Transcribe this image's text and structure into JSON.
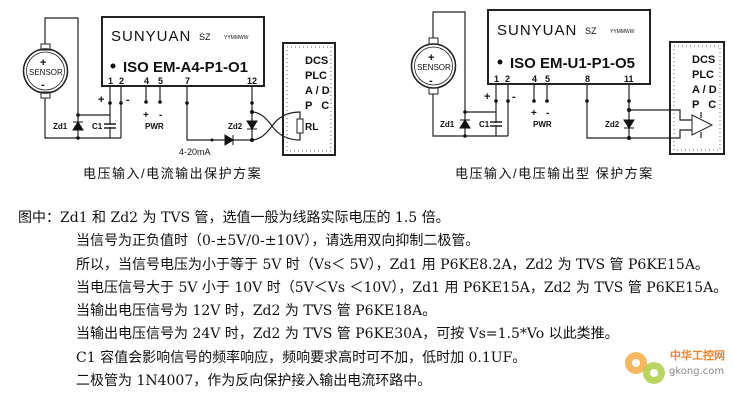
{
  "left_diagram": {
    "brand": "SUNYUAN",
    "brand_suffix": "SZ",
    "date_code": "YYMMWW",
    "model": "ISO EM-A4-P1-O1",
    "pins": [
      "1",
      "2",
      "4",
      "5",
      "7",
      "12"
    ],
    "sensor": "SENSOR",
    "plus": "+",
    "minus": "-",
    "zd1": "Zd1",
    "c1": "C1",
    "pwr": "PWR",
    "zd2": "Zd2",
    "current": "4-20mA",
    "load": "RL",
    "system": [
      "DCS",
      "PLC",
      "A / D",
      "P   C"
    ],
    "caption": "电压输入/电流输出保护方案"
  },
  "right_diagram": {
    "brand": "SUNYUAN",
    "brand_suffix": "SZ",
    "date_code": "YYMMWW",
    "model": "ISO EM-U1-P1-O5",
    "pins": [
      "1",
      "2",
      "4",
      "5",
      "8",
      "11"
    ],
    "sensor": "SENSOR",
    "plus": "+",
    "minus": "-",
    "zd1": "Zd1",
    "c1": "C1",
    "pwr": "PWR",
    "zd2": "Zd2",
    "system": [
      "DCS",
      "PLC",
      "A / D",
      "P   C"
    ],
    "caption": "电压输入/电压输出型 保护方案"
  },
  "notes": [
    "图中：Zd1 和  Zd2 为 TVS 管，选值一般为线路实际电压的 1.5 倍。",
    "当信号为正负值时（0-±5V/0-±10V），请选用双向抑制二极管。",
    "所以，当信号电压为小于等于 5V 时（Vs＜ 5V），Zd1 用 P6KE8.2A，Zd2 为 TVS 管 P6KE15A。",
    "当电压信号大于 5V 小于 10V 时（5V＜Vs ＜10V），Zd1 用 P6KE15A，Zd2 为 TVS 管 P6KE15A。",
    "当输出电压信号为 12V 时，Zd2 为 TVS 管 P6KE18A。",
    "当输出电压信号为 24V 时，Zd2 为 TVS 管 P6KE30A，可按 Vs=1.5*Vo 以此类推。",
    "C1 容值会影响信号的频率响应，频响要求高时可不加，低时加 0.1UF。",
    "二极管为 1N4007，作为反向保护接入输出电流环路中。"
  ],
  "watermark": {
    "name": "中华工控网",
    "url": "gkong.com"
  }
}
